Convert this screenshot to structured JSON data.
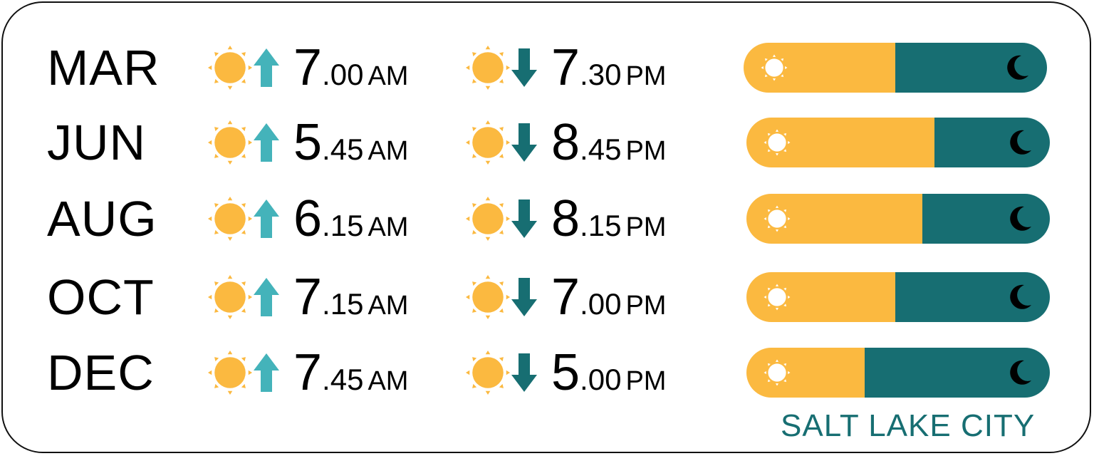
{
  "colors": {
    "sun": "#FBB940",
    "night": "#176E72",
    "sunrise_arrow": "#44B3BA",
    "sunset_arrow": "#176E72",
    "moon": "#000000",
    "city_text": "#176E72"
  },
  "icons": {
    "sunrise": [
      "sun-icon",
      "arrow-up-icon"
    ],
    "sunset": [
      "sun-icon",
      "arrow-down-icon"
    ],
    "bar_day": "sun-outline-icon",
    "bar_night": "moon-icon"
  },
  "rows": [
    {
      "month": "MAR",
      "sunrise": {
        "hour": "7",
        "min": ".00",
        "ampm": "AM"
      },
      "sunset": {
        "hour": "7",
        "min": ".30",
        "ampm": "PM"
      },
      "daylight_fraction": 0.5
    },
    {
      "month": "JUN",
      "sunrise": {
        "hour": "5",
        "min": ".45",
        "ampm": "AM"
      },
      "sunset": {
        "hour": "8",
        "min": ".45",
        "ampm": "PM"
      },
      "daylight_fraction": 0.62
    },
    {
      "month": "AUG",
      "sunrise": {
        "hour": "6",
        "min": ".15",
        "ampm": "AM"
      },
      "sunset": {
        "hour": "8",
        "min": ".15",
        "ampm": "PM"
      },
      "daylight_fraction": 0.58
    },
    {
      "month": "OCT",
      "sunrise": {
        "hour": "7",
        "min": ".15",
        "ampm": "AM"
      },
      "sunset": {
        "hour": "7",
        "min": ".00",
        "ampm": "PM"
      },
      "daylight_fraction": 0.49
    },
    {
      "month": "DEC",
      "sunrise": {
        "hour": "7",
        "min": ".45",
        "ampm": "AM"
      },
      "sunset": {
        "hour": "5",
        "min": ".00",
        "ampm": "PM"
      },
      "daylight_fraction": 0.39
    }
  ],
  "city": "SALT LAKE CITY"
}
